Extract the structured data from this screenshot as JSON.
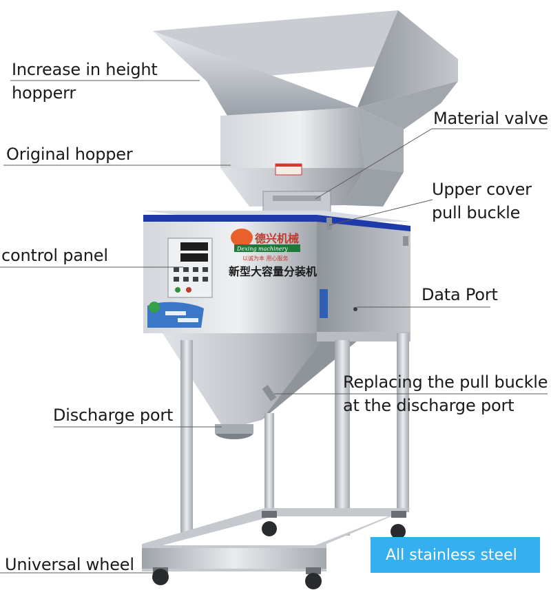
{
  "labels": {
    "hopper_heightened": "Increase in height\nhopperr",
    "hopper_original": "Original hopper",
    "control_panel": "control panel",
    "discharge_port": "Discharge port",
    "universal_wheel": "Universal wheel",
    "material_valve": "Material valve",
    "upper_cover_buckle": "Upper cover\npull buckle",
    "data_port": "Data Port",
    "discharge_buckle": "Replacing the pull buckle\nat the discharge port"
  },
  "banner": {
    "text": "All stainless steel",
    "color": "#36aff0"
  },
  "machine": {
    "brand_cn": "德兴机械",
    "brand_en": "Dexing machinery",
    "slogan_cn": "以诚为本 用心服务",
    "model_cn": "新型大容量分装机",
    "colors": {
      "steel": "#b7bcc3",
      "stripe": "#1e3aa8",
      "badge": "#e8602c"
    }
  }
}
